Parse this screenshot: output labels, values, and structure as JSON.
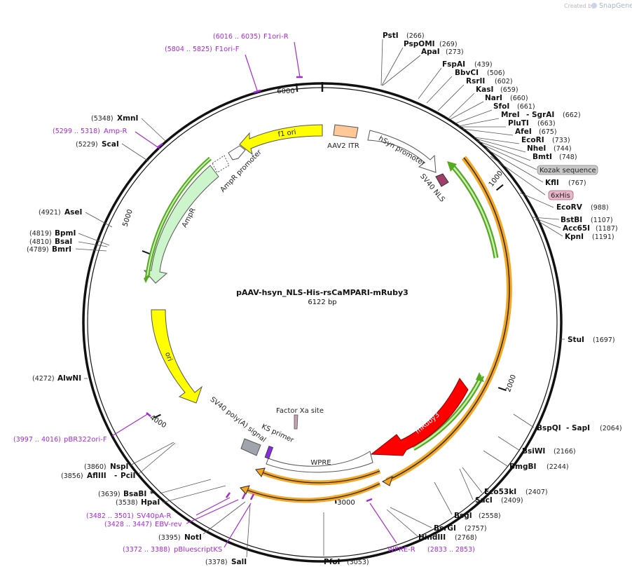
{
  "credit": {
    "created_by": "Created by",
    "brand": "SnapGene"
  },
  "plasmid": {
    "name": "pAAV-hsyn_NLS-His-rsCaMPARI-mRuby3",
    "size": "6122 bp",
    "length": 6122
  },
  "ruler": [
    "1000",
    "2000",
    "3000",
    "4000",
    "5000",
    "6000"
  ],
  "sites": [
    {
      "name": "PstI",
      "pos": "(266)"
    },
    {
      "name": "PspOMI",
      "pos": "(269)"
    },
    {
      "name": "ApaI",
      "pos": "(273)"
    },
    {
      "name": "FspAI",
      "pos": "(439)"
    },
    {
      "name": "BbvCI",
      "pos": "(506)"
    },
    {
      "name": "RsrII",
      "pos": "(602)"
    },
    {
      "name": "KasI",
      "pos": "(659)"
    },
    {
      "name": "NarI",
      "pos": "(660)"
    },
    {
      "name": "SfoI",
      "pos": "(661)"
    },
    {
      "name": "MreI",
      "name2": "SgrAI",
      "pos": "(662)"
    },
    {
      "name": "PluTI",
      "pos": "(663)"
    },
    {
      "name": "AfeI",
      "pos": "(675)"
    },
    {
      "name": "EcoRI",
      "pos": "(733)"
    },
    {
      "name": "NheI",
      "pos": "(744)"
    },
    {
      "name": "BmtI",
      "pos": "(748)"
    },
    {
      "name": "KflI",
      "pos": "(767)"
    },
    {
      "name": "EcoRV",
      "pos": "(988)"
    },
    {
      "name": "BstBI",
      "pos": "(1107)"
    },
    {
      "name": "Acc65I",
      "pos": "(1187)"
    },
    {
      "name": "KpnI",
      "pos": "(1191)"
    },
    {
      "name": "StuI",
      "pos": "(1697)"
    },
    {
      "name": "BspQI",
      "name2": "SapI",
      "pos": "(2064)"
    },
    {
      "name": "BsiWI",
      "pos": "(2166)"
    },
    {
      "name": "BmgBI",
      "pos": "(2244)"
    },
    {
      "name": "Eco53kI",
      "pos": "(2407)"
    },
    {
      "name": "SacI",
      "pos": "(2409)"
    },
    {
      "name": "BsgI",
      "pos": "(2558)"
    },
    {
      "name": "BsrGI",
      "pos": "(2757)"
    },
    {
      "name": "HindIII",
      "pos": "(2768)"
    },
    {
      "name": "PfoI",
      "pos": "(3053)"
    },
    {
      "name": "SalI",
      "pos": "(3378)"
    },
    {
      "name": "NotI",
      "pos": "(3395)"
    },
    {
      "name": "HpaI",
      "pos": "(3538)"
    },
    {
      "name": "BsaBI",
      "pos": "(3639)",
      "mark": "*"
    },
    {
      "name": "AflIII",
      "name2": "PciI",
      "pos": "(3856)"
    },
    {
      "name": "NspI",
      "pos": "(3860)"
    },
    {
      "name": "AlwNI",
      "pos": "(4272)"
    },
    {
      "name": "BmrI",
      "pos": "(4789)"
    },
    {
      "name": "BsaI",
      "pos": "(4810)"
    },
    {
      "name": "BpmI",
      "pos": "(4819)"
    },
    {
      "name": "AseI",
      "pos": "(4921)"
    },
    {
      "name": "ScaI",
      "pos": "(5229)"
    },
    {
      "name": "XmnI",
      "pos": "(5348)"
    }
  ],
  "tags": [
    {
      "label": "Kozak sequence",
      "color": "#c9c9c9"
    },
    {
      "label": "6xHis",
      "color": "#e8b7c8"
    }
  ],
  "primers": [
    {
      "range": "(6016 .. 6035)",
      "name": "F1ori-R"
    },
    {
      "range": "(5804 .. 5825)",
      "name": "F1ori-F"
    },
    {
      "range": "(5299 .. 5318)",
      "name": "Amp-R"
    },
    {
      "range": "(3997 .. 4016)",
      "name": "pBR322ori-F"
    },
    {
      "range": "(3482 .. 3501)",
      "name": "SV40pA-R"
    },
    {
      "range": "(3428 .. 3447)",
      "name": "EBV-rev"
    },
    {
      "range": "(3372 .. 3388)",
      "name": "pBluescriptKS"
    },
    {
      "range": "(2833 .. 2853)",
      "name": "WPRE-R"
    }
  ],
  "features": [
    {
      "label": "f1 ori",
      "color": "#ffff00"
    },
    {
      "label": "AAV2 ITR",
      "color": "#ffc896"
    },
    {
      "label": "hSyn promoter",
      "color": "#ffffff"
    },
    {
      "label": "SV40 NLS",
      "color": "#a0406a"
    },
    {
      "label": "AmpR promoter",
      "color": "#ffffff"
    },
    {
      "label": "AmpR",
      "color": "#ccf5cc"
    },
    {
      "label": "ori",
      "color": "#ffff00"
    },
    {
      "label": "mRuby3",
      "color": "#ff0000"
    },
    {
      "label": "Factor Xa site",
      "color": "#c8a0b4"
    },
    {
      "label": "KS primer",
      "color": "#8a2be2"
    },
    {
      "label": "SV40 poly(A) signal",
      "color": "#a0a4ac"
    },
    {
      "label": "WPRE",
      "color": "#ffffff"
    }
  ],
  "colors": {
    "primer": "#a52ad6",
    "orange_track": "#f5a623",
    "green_track": "#55aa22"
  }
}
